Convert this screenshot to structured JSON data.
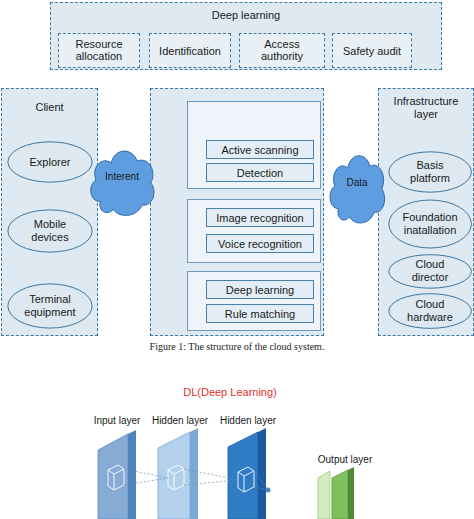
{
  "diagram": {
    "caption": "Figure 1: The structure of the cloud system.",
    "nodes": [
      {
        "text": [
          "Deep learning"
        ]
      },
      {
        "text": [
          "Resource allocation"
        ],
        "in": 0
      },
      {
        "text": [
          "Identification"
        ],
        "in": 0
      },
      {
        "text": [
          "Access authority"
        ],
        "in": 0
      },
      {
        "text": [
          "Safety audit"
        ],
        "in": 0
      },
      {
        "text": [
          "Client"
        ]
      },
      {
        "text": [
          "Explorer"
        ],
        "in": 5
      },
      {
        "text": [
          "Mobile devices"
        ],
        "in": 5
      },
      {
        "text": [
          "Terminal equipment"
        ],
        "in": 5
      },
      {
        "text": [
          "Interent"
        ]
      },
      {
        "text": []
      },
      {
        "text": [],
        "in": 10
      },
      {
        "text": [
          "Active scanning"
        ],
        "in": 11
      },
      {
        "text": [
          "Detection"
        ],
        "in": 11
      },
      {
        "text": [],
        "in": 10
      },
      {
        "text": [
          "Image recognition"
        ],
        "in": 14
      },
      {
        "text": [
          "Voice recognition"
        ],
        "in": 14
      },
      {
        "text": [],
        "in": 10
      },
      {
        "text": [
          "Deep learning"
        ],
        "in": 17
      },
      {
        "text": [
          "Rule matching"
        ],
        "in": 17
      },
      {
        "text": [
          "Data"
        ]
      },
      {
        "text": [
          "Infrastructure layer"
        ]
      },
      {
        "text": [
          "Basis platform"
        ],
        "in": 21
      },
      {
        "text": [
          "Foundation inatallation"
        ],
        "in": 21
      },
      {
        "text": [
          "Cloud director"
        ],
        "in": 21
      },
      {
        "text": [
          "Cloud hardware"
        ],
        "in": 21
      }
    ],
    "labels": [
      "DL(Deep Learning)",
      "Input layer",
      "Hidden layer",
      "Hidden layer",
      "Output layer"
    ]
  }
}
